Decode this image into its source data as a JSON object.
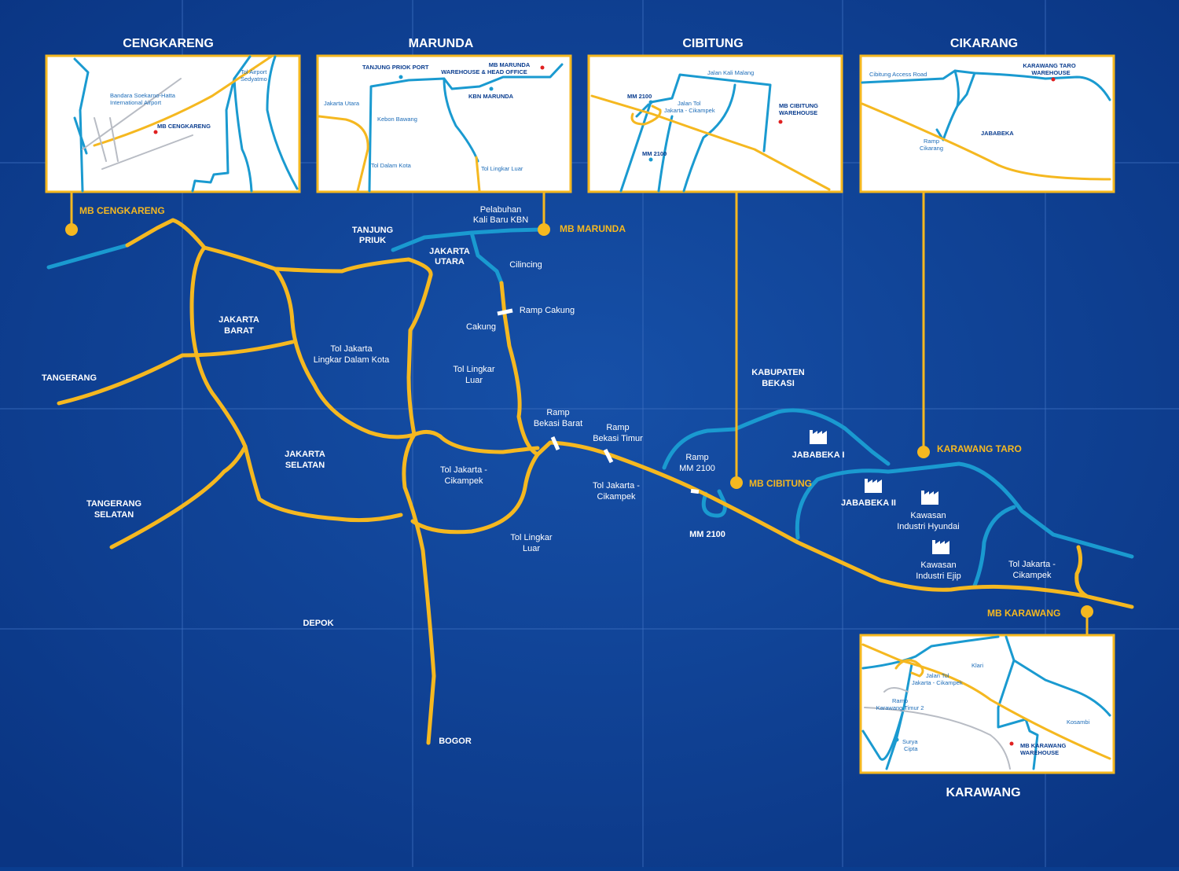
{
  "colors": {
    "background": "#0a3d8f",
    "toll_road": "#f5b820",
    "other_road": "#1a9ad0",
    "inset_bg": "#ffffff",
    "marker": "#f5b820",
    "warehouse_dot": "#e02020"
  },
  "insets": {
    "cengkareng": {
      "title": "CENGKARENG",
      "labels": {
        "airport": "Bandara Soekarno-Hatta",
        "airport2": "International Airport",
        "toll": "Tol Airport",
        "toll2": "Sedyatmo",
        "warehouse": "MB CENGKARENG"
      }
    },
    "marunda": {
      "title": "MARUNDA",
      "labels": {
        "port": "TANJUNG PRIOK PORT",
        "office": "MB MARUNDA",
        "office2": "WAREHOUSE & HEAD OFFICE",
        "kbn": "KBN MARUNDA",
        "jakut": "Jakarta Utara",
        "kebon": "Kebon Bawang",
        "dalam_kota": "Tol Dalam Kota",
        "lingkar": "Tol Lingkar Luar"
      }
    },
    "cibitung": {
      "title": "CIBITUNG",
      "labels": {
        "kalimalang": "Jalan Kali Malang",
        "mm_a": "MM 2100",
        "jalan_tol": "Jalan Tol",
        "jalan_tol2": "Jakarta - Cikampek",
        "warehouse": "MB CIBITUNG",
        "warehouse2": "WAREHOUSE",
        "mm_b": "MM 2100"
      }
    },
    "cikarang": {
      "title": "CIKARANG",
      "labels": {
        "access": "Cibitung Access Road",
        "taro": "KARAWANG TARO",
        "taro2": "WAREHOUSE",
        "jababeka": "JABABEKA",
        "ramp": "Ramp",
        "ramp2": "Cikarang"
      }
    },
    "karawang": {
      "title": "KARAWANG",
      "labels": {
        "klari": "Klari",
        "jalan_tol": "Jalan Tol",
        "jalan_tol2": "Jakarta - Cikampek",
        "ramp": "Ramp",
        "ramp2": "Karawang Timur 2",
        "kosambi": "Kosambi",
        "surya": "Surya",
        "surya2": "Cipta",
        "warehouse": "MB KARAWANG",
        "warehouse2": "WAREHOUSE"
      }
    }
  },
  "markers": {
    "cengkareng": "MB CENGKARENG",
    "marunda": "MB MARUNDA",
    "cibitung": "MB CIBITUNG",
    "karawang_taro": "KARAWANG TARO",
    "karawang": "MB KARAWANG"
  },
  "areas": {
    "tanjung_priuk": [
      "TANJUNG",
      "PRIUK"
    ],
    "jakarta_utara": [
      "JAKARTA",
      "UTARA"
    ],
    "jakarta_barat": [
      "JAKARTA",
      "BARAT"
    ],
    "tangerang": "TANGERANG",
    "jakarta_selatan": [
      "JAKARTA",
      "SELATAN"
    ],
    "tangerang_selatan": [
      "TANGERANG",
      "SELATAN"
    ],
    "depok": "DEPOK",
    "bogor": "BOGOR",
    "kabupaten_bekasi": [
      "KABUPATEN",
      "BEKASI"
    ],
    "jababeka_1": "JABABEKA I",
    "jababeka_2": "JABABEKA II",
    "mm2100": "MM 2100"
  },
  "roads": {
    "pelabuhan": [
      "Pelabuhan",
      "Kali Baru KBN"
    ],
    "cilincing": "Cilincing",
    "ramp_cakung": "Ramp Cakung",
    "cakung": "Cakung",
    "tol_lingkar_luar_1": [
      "Tol Lingkar",
      "Luar"
    ],
    "tol_dalam_kota": [
      "Tol Jakarta",
      "Lingkar Dalam Kota"
    ],
    "ramp_bekasi_barat": [
      "Ramp",
      "Bekasi Barat"
    ],
    "ramp_bekasi_timur": [
      "Ramp",
      "Bekasi Timur"
    ],
    "tol_cikampek_1": [
      "Tol Jakarta -",
      "Cikampek"
    ],
    "tol_cikampek_2": [
      "Tol Jakarta -",
      "Cikampek"
    ],
    "ramp_mm2100": [
      "Ramp",
      "MM 2100"
    ],
    "tol_lingkar_luar_2": [
      "Tol Lingkar",
      "Luar"
    ],
    "hyundai": [
      "Kawasan",
      "Industri Hyundai"
    ],
    "ejip": [
      "Kawasan",
      "Industri Ejip"
    ],
    "tol_cikampek_3": [
      "Tol Jakarta -",
      "Cikampek"
    ]
  }
}
